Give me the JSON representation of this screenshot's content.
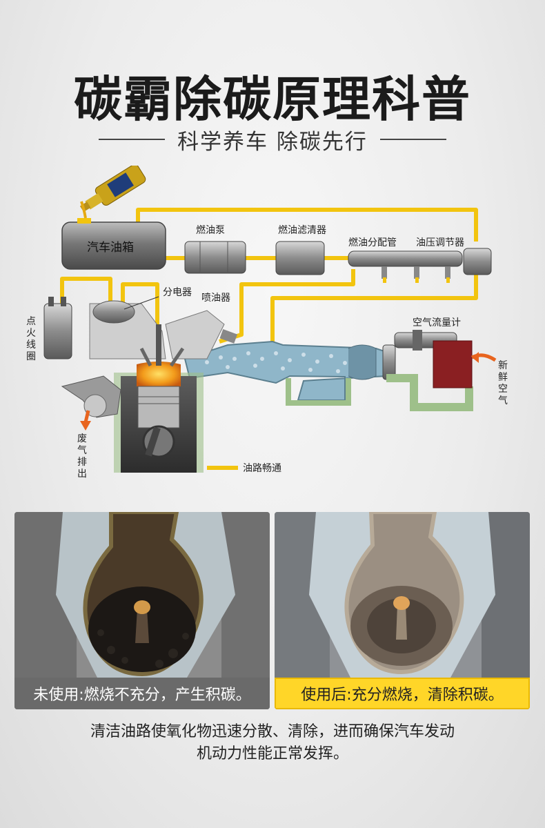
{
  "header": {
    "title": "碳霸除碳原理科普",
    "subtitle": "科学养车 除碳先行"
  },
  "diagram": {
    "labels": {
      "fuel_tank": "汽车油箱",
      "fuel_pump": "燃油泵",
      "fuel_filter": "燃油滤清器",
      "fuel_rail": "燃油分配管",
      "pressure_regulator": "油压调节器",
      "distributor": "分电器",
      "injector": "喷油器",
      "air_flow_meter": "空气流量计",
      "ignition_coil": "点火线圈",
      "fresh_air": "新鲜空气",
      "exhaust": "废气排出",
      "legend": "油路畅通"
    },
    "colors": {
      "fuel_line": "#f2c40f",
      "intake_blue": "#8fb6c9",
      "intake_green": "#9ec08a",
      "combustion": "#f29b1b",
      "air_box": "#8a1f22",
      "arrow": "#e8641e"
    }
  },
  "comparison": {
    "before": {
      "caption": "未使用:燃烧不充分，产生积碳。"
    },
    "after": {
      "caption": "使用后:充分燃烧，清除积碳。"
    }
  },
  "description": {
    "line1": "清洁油路使氧化物迅速分散、清除，进而确保汽车发动",
    "line2": "机动力性能正常发挥。"
  }
}
